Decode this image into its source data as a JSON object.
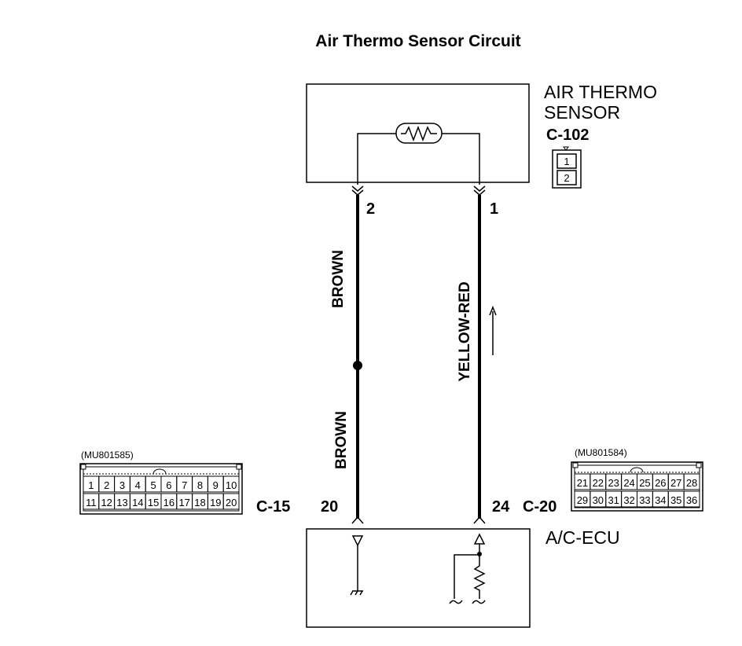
{
  "title": "Air Thermo Sensor Circuit",
  "sensor": {
    "label_line1": "AIR THERMO",
    "label_line2": "SENSOR",
    "connector": "C-102",
    "connector_pins": [
      "1",
      "2"
    ],
    "pin_left": "2",
    "pin_right": "1"
  },
  "wires": {
    "left_upper": "BROWN",
    "left_lower": "BROWN",
    "right": "YELLOW-RED"
  },
  "ecu": {
    "label": "A/C-ECU",
    "left_pin": "20",
    "left_connector": "C-15",
    "right_pin": "24",
    "right_connector": "C-20"
  },
  "connector_c15": {
    "part_number": "(MU801585)",
    "row1": [
      "1",
      "2",
      "3",
      "4",
      "5",
      "6",
      "7",
      "8",
      "9",
      "10"
    ],
    "row2": [
      "11",
      "12",
      "13",
      "14",
      "15",
      "16",
      "17",
      "18",
      "19",
      "20"
    ]
  },
  "connector_c20": {
    "part_number": "(MU801584)",
    "row1": [
      "21",
      "22",
      "23",
      "24",
      "25",
      "26",
      "27",
      "28"
    ],
    "row2": [
      "29",
      "30",
      "31",
      "32",
      "33",
      "34",
      "35",
      "36"
    ]
  }
}
